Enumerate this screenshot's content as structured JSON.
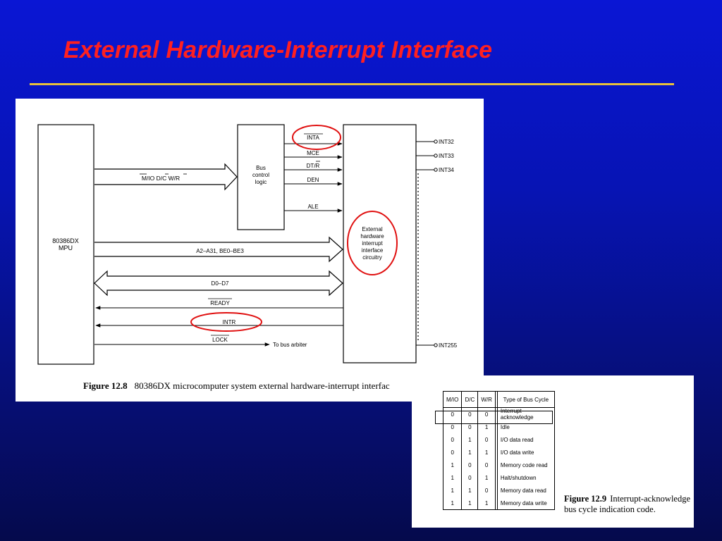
{
  "slide": {
    "title": "External Hardware-Interrupt Interface"
  },
  "figure_12_8": {
    "mpu_label_line1": "80386DX",
    "mpu_label_line2": "MPU",
    "bus_control_line1": "Bus",
    "bus_control_line2": "control",
    "bus_control_line3": "logic",
    "interface_line1": "External",
    "interface_line2": "hardware",
    "interface_line3": "interrupt",
    "interface_line4": "interface",
    "interface_line5": "circuitry",
    "control_input_label": "M/IO  D/C  W/R",
    "bus_signals": [
      "INTA",
      "MCE",
      "DT/R",
      "DEN",
      "ALE"
    ],
    "address_bus_label": "A2–A31, BE0–BE3",
    "data_bus_label": "D0–D7",
    "ready_label": "READY",
    "intr_label": "INTR",
    "lock_label": "LOCK",
    "to_bus_arbiter": "To bus arbiter",
    "int_inputs": [
      "INT32",
      "INT33",
      "INT34",
      "INT255"
    ],
    "caption_number": "Figure 12.8",
    "caption_text": "80386DX microcomputer system external hardware-interrupt interfac"
  },
  "figure_12_9": {
    "headers": [
      "M/IO",
      "D/C",
      "W/R",
      "Type of Bus Cycle"
    ],
    "rows": [
      [
        "0",
        "0",
        "0",
        "Interrupt acknowledge"
      ],
      [
        "0",
        "0",
        "1",
        "Idle"
      ],
      [
        "0",
        "1",
        "0",
        "I/O data read"
      ],
      [
        "0",
        "1",
        "1",
        "I/O data write"
      ],
      [
        "1",
        "0",
        "0",
        "Memory code read"
      ],
      [
        "1",
        "0",
        "1",
        "Halt/shutdown"
      ],
      [
        "1",
        "1",
        "0",
        "Memory data read"
      ],
      [
        "1",
        "1",
        "1",
        "Memory data write"
      ]
    ],
    "caption_number": "Figure 12.9",
    "caption_text": "Interrupt-acknowledge bus cycle indication code."
  }
}
